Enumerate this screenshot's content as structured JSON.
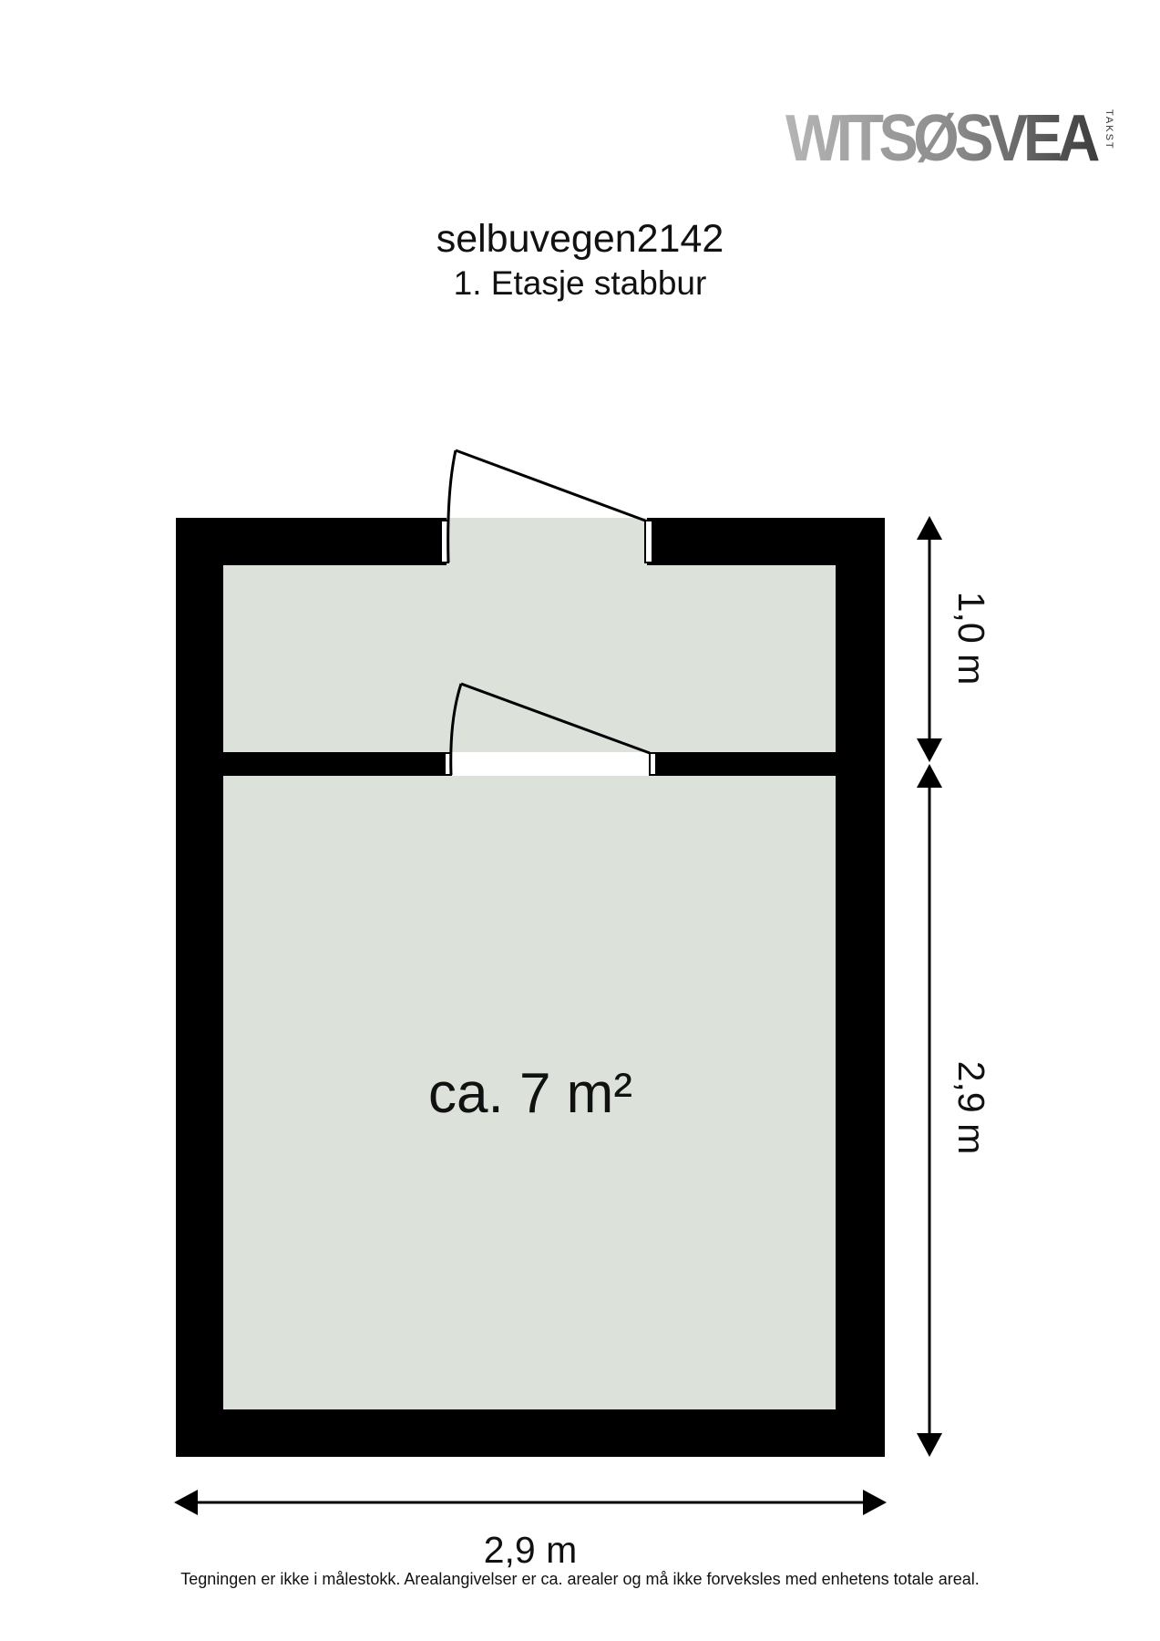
{
  "brand": {
    "logo_text": "WITSØSVEA",
    "logo_suffix": "TAKST"
  },
  "header": {
    "title": "selbuvegen2142",
    "subtitle": "1. Etasje stabbur"
  },
  "plan": {
    "rooms": [
      {
        "name": "entry",
        "label": ""
      },
      {
        "name": "main-room",
        "label": "ca. 7 m²"
      }
    ],
    "dimensions": {
      "width": "2,9 m",
      "height_upper": "1,0 m",
      "height_lower": "2,9 m"
    },
    "colors": {
      "wall": "#000000",
      "floor": "#dce1da",
      "door": "#ffffff"
    }
  },
  "footer": {
    "disclaimer": "Tegningen er ikke i målestokk. Arealangivelser er ca. arealer og må ikke forveksles med enhetens totale areal."
  }
}
